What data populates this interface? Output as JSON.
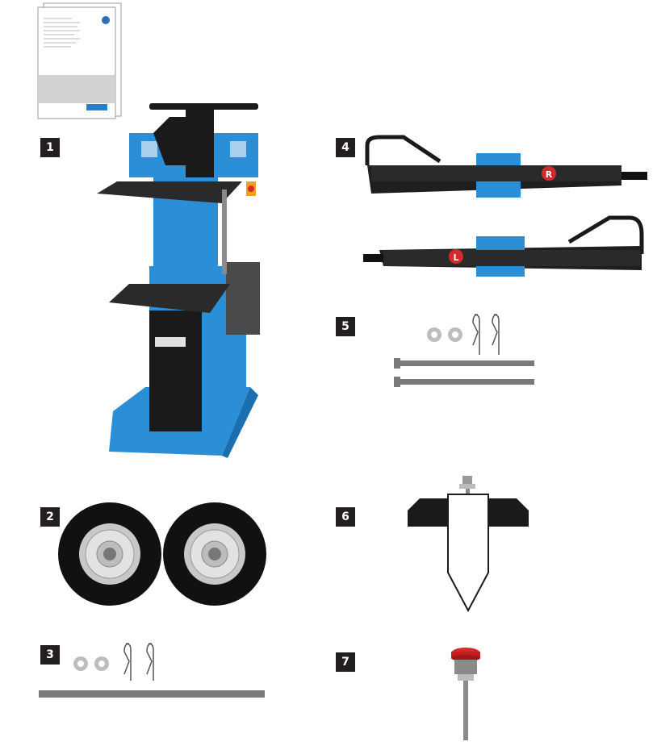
{
  "parts": [
    {
      "number": "1",
      "item": "log-splitter"
    },
    {
      "number": "2",
      "item": "wheels"
    },
    {
      "number": "3",
      "item": "axle-washers-cotter-pins"
    },
    {
      "number": "4",
      "item": "rails-R-L"
    },
    {
      "number": "5",
      "item": "bolts-washers-cotter-pins"
    },
    {
      "number": "6",
      "item": "splitting-wedge"
    },
    {
      "number": "7",
      "item": "oil-dipstick"
    }
  ],
  "rail_labels": {
    "right": "R",
    "left": "L"
  },
  "colors": {
    "machine_blue": "#2a8fd6",
    "frame_black": "#1a1a1a",
    "badge": "#231f20",
    "marker_red": "#d42a2a"
  }
}
